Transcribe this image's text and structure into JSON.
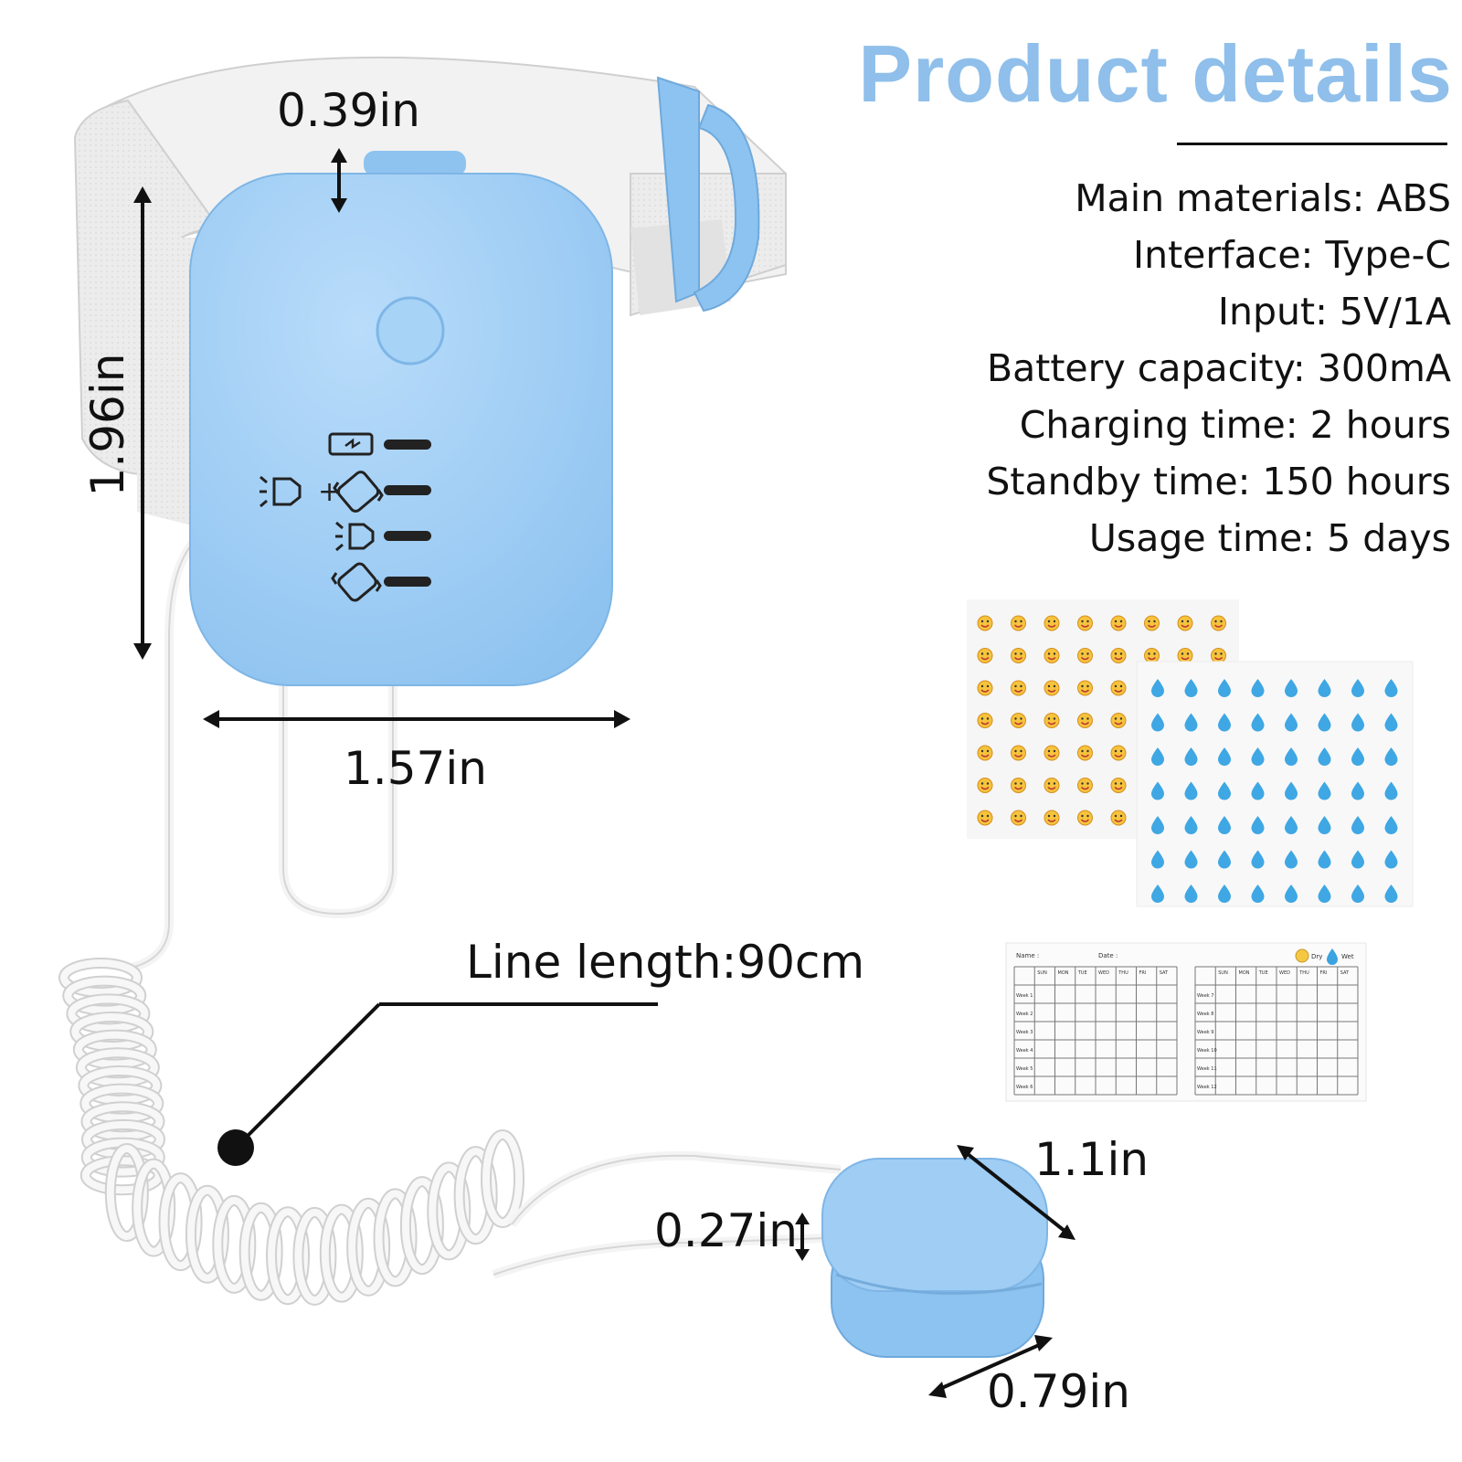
{
  "title": "Product details",
  "specs": [
    "Main materials: ABS",
    "Interface: Type-C",
    "Input: 5V/1A",
    "Battery capacity: 300mA",
    "Charging time: 2 hours",
    "Standby time: 150 hours",
    "Usage time: 5 days"
  ],
  "dimensions": {
    "top_height": "0.39in",
    "device_height": "1.96in",
    "device_width": "1.57in",
    "line_length": "Line length:90cm",
    "sensor_width": "1.1in",
    "sensor_thickness": "0.27in",
    "sensor_depth": "0.79in"
  },
  "chart": {
    "name": "Name :",
    "date": "Date :",
    "legend_dry": "Dry",
    "legend_wet": "Wet",
    "days": [
      "SUN",
      "MON",
      "TUE",
      "WED",
      "THU",
      "FRI",
      "SAT"
    ],
    "weeks_left": [
      "Week 1",
      "Week 2",
      "Week 3",
      "Week 4",
      "Week 5",
      "Week 6"
    ],
    "weeks_right": [
      "Week 7",
      "Week 8",
      "Week 9",
      "Week 10",
      "Week 11",
      "Week 12"
    ]
  },
  "colors": {
    "accent": "#8fbfea",
    "device": "#9fcdf4",
    "strap": "#ececec",
    "text": "#111111"
  },
  "icons": [
    "battery-charge-icon",
    "light-icon",
    "vibration-icon",
    "water-drop-icon",
    "smiley-icon"
  ]
}
